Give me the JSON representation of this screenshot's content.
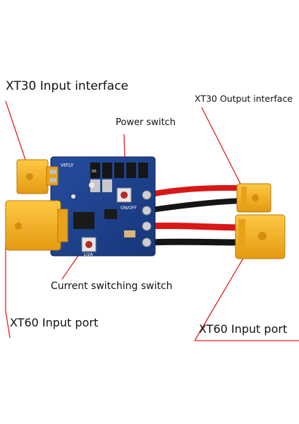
{
  "labels": {
    "xt30_input": "XT30 Input interface",
    "xt30_output": "XT30 Output interface",
    "power_switch": "Power switch",
    "current_switch": "Current switching switch",
    "xt60_input_left": "XT60 Input port",
    "xt60_input_right": "XT60 Input port"
  },
  "board_marks": {
    "brand": "VIFLY",
    "on_off": "ON/OFF",
    "current": "1/2A",
    "diode": "BB"
  },
  "colors": {
    "pcb": "#1c3f8c",
    "connector": "#f2ad1f",
    "wire_red": "#d81818",
    "wire_black": "#151515",
    "callout_line": "#e02020"
  }
}
